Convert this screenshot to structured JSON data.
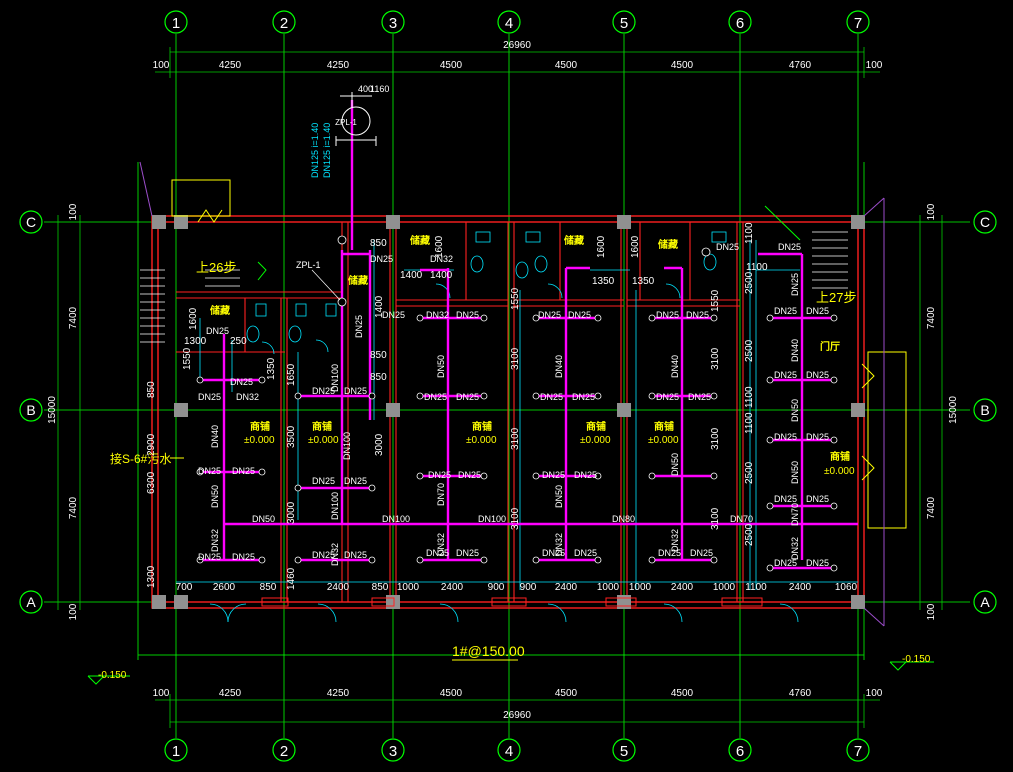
{
  "axes_vertical": [
    "1",
    "2",
    "3",
    "4",
    "5",
    "6",
    "7"
  ],
  "axes_horizontal": [
    "C",
    "B",
    "A"
  ],
  "dims_top_total": "26960",
  "dims_top": [
    "100",
    "4250",
    "4250",
    "4500",
    "4500",
    "4500",
    "4760",
    "100"
  ],
  "dims_bottom_total": "26960",
  "dims_bottom": [
    "100",
    "4250",
    "4250",
    "4500",
    "4500",
    "4500",
    "4760",
    "100"
  ],
  "dims_left": [
    "100",
    "7400",
    "7400",
    "100"
  ],
  "dims_left_total": "15000",
  "dims_right": [
    "100",
    "7400",
    "7400",
    "100"
  ],
  "dims_right_total": "15000",
  "riser": {
    "label": "ZPL-1",
    "pipe_a": "DN125 i=1.40",
    "pipe_b": "DN125 i=1.40",
    "dim_a": "400",
    "dim_b": "1160"
  },
  "stairs": {
    "left": "上26步",
    "right": "上27步"
  },
  "floor_label": "1#@150.00",
  "ext_level_left": "-0.150",
  "ext_level_right": "-0.150",
  "note_left": "接S-6#污水",
  "rooms": {
    "storage": "储藏",
    "shop": "商铺",
    "lobby": "门厅",
    "level": "±0.000"
  },
  "pipes": {
    "dn25": "DN25",
    "dn32": "DN32",
    "dn40": "DN40",
    "dn50": "DN50",
    "dn70": "DN70",
    "dn80": "DN80",
    "dn100": "DN100"
  },
  "main_pipe_labels": [
    "DN50",
    "DN100",
    "DN100",
    "DN80",
    "DN70"
  ],
  "inner_dims": {
    "d1600": "1600",
    "d1300": "1300",
    "d1550": "1550",
    "d250": "250",
    "d1350": "1350",
    "d1650": "1650",
    "d850": "850",
    "d2900": "2900",
    "d6300": "6300",
    "d3500": "3500",
    "d3000": "3000",
    "d1400": "1400",
    "d3100": "3100",
    "d2500": "2500",
    "d1100": "1100",
    "d700": "700",
    "d2600": "2600",
    "d2400": "2400",
    "d1000": "1000",
    "d900": "900",
    "d1060": "1060",
    "d1460": "1460"
  },
  "colors": {
    "grid": "#00ff00",
    "dim": "#00cc00",
    "wall": "#ff2020",
    "pipe": "#ff00ff",
    "cyan": "#00e5ff",
    "yellow": "#ffff00",
    "text": "#ffffff",
    "column": "#909090"
  }
}
